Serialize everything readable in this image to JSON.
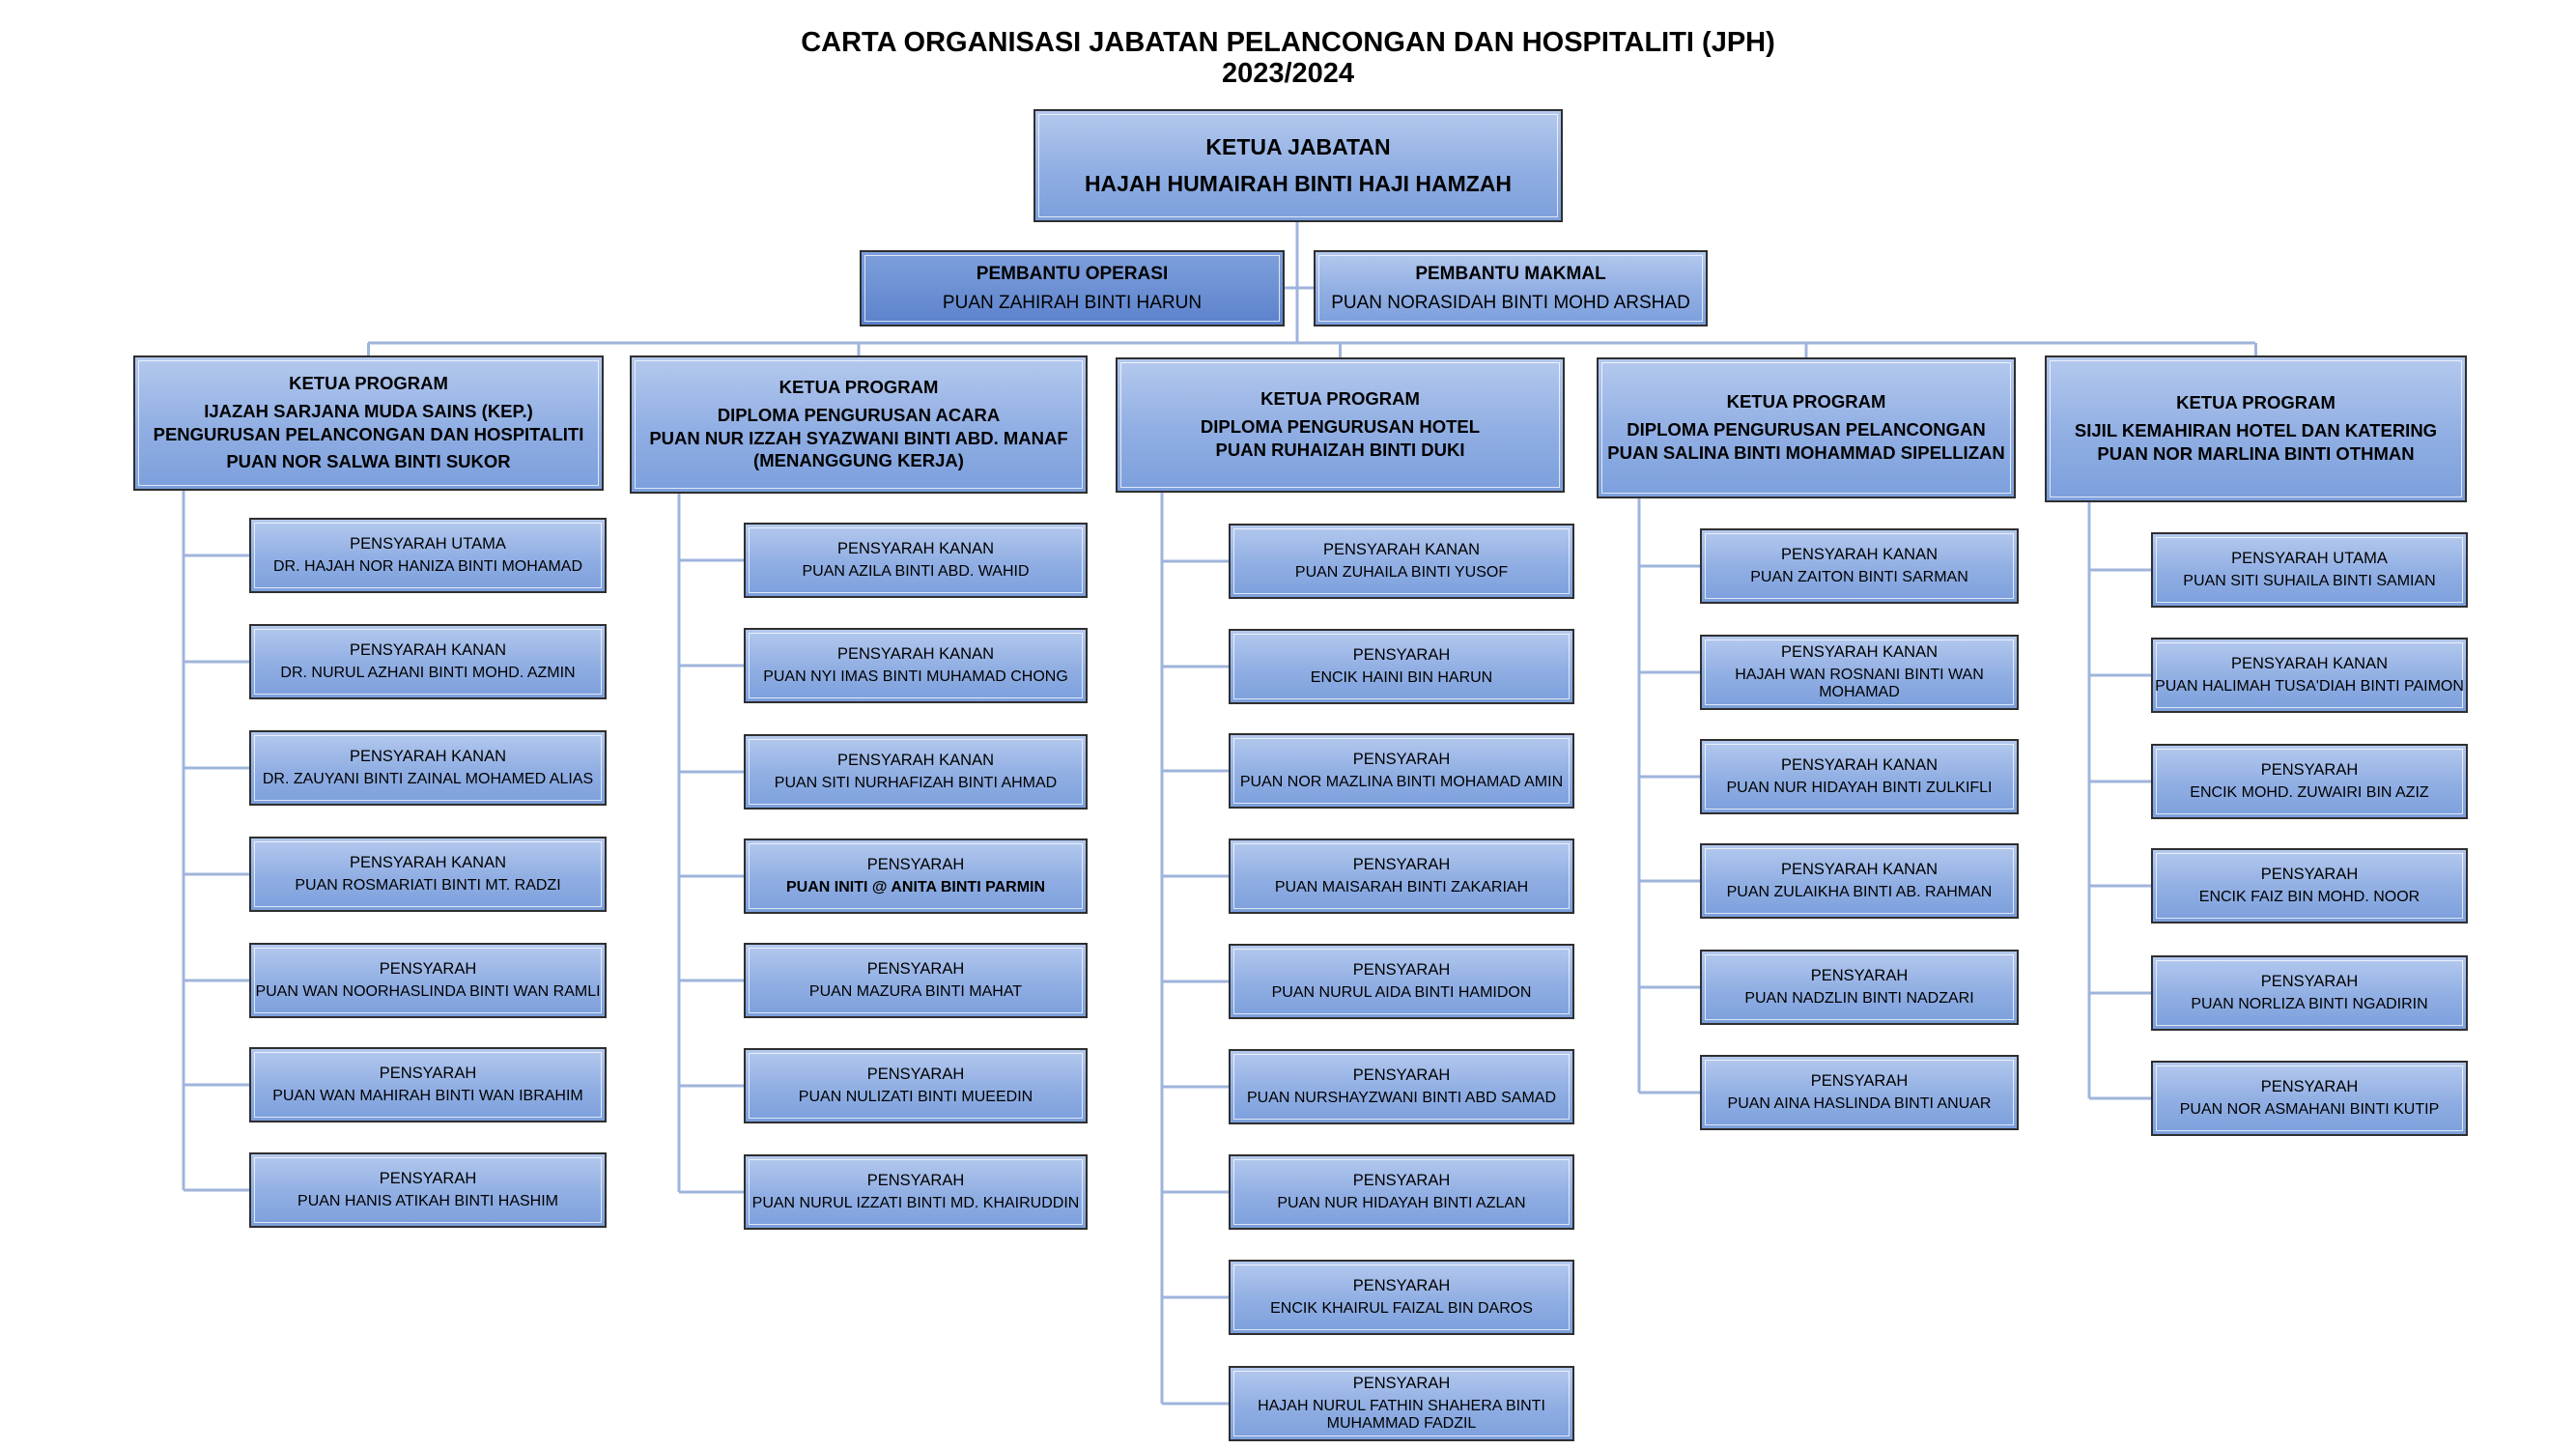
{
  "title": {
    "line1": "CARTA ORGANISASI JABATAN PELANCONGAN DAN HOSPITALITI (JPH)",
    "line2": "2023/2024"
  },
  "head": {
    "position": "KETUA JABATAN",
    "name": "HAJAH HUMAIRAH BINTI HAJI HAMZAH"
  },
  "assistants": [
    {
      "position": "PEMBANTU OPERASI",
      "name": "PUAN ZAHIRAH BINTI HARUN"
    },
    {
      "position": "PEMBANTU MAKMAL",
      "name": "PUAN NORASIDAH BINTI MOHD ARSHAD"
    }
  ],
  "programs": [
    {
      "lines": [
        "KETUA PROGRAM",
        "IJAZAH SARJANA MUDA SAINS (KEP.)",
        "PENGURUSAN PELANCONGAN DAN HOSPITALITI",
        "PUAN NOR SALWA BINTI SUKOR"
      ],
      "staff": [
        {
          "position": "PENSYARAH UTAMA",
          "name": "DR. HAJAH NOR HANIZA BINTI MOHAMAD"
        },
        {
          "position": "PENSYARAH KANAN",
          "name": "DR. NURUL AZHANI BINTI MOHD. AZMIN"
        },
        {
          "position": "PENSYARAH KANAN",
          "name": "DR. ZAUYANI BINTI ZAINAL MOHAMED ALIAS"
        },
        {
          "position": "PENSYARAH KANAN",
          "name": "PUAN ROSMARIATI BINTI MT. RADZI"
        },
        {
          "position": "PENSYARAH",
          "name": "PUAN WAN NOORHASLINDA BINTI WAN RAMLI"
        },
        {
          "position": "PENSYARAH",
          "name": "PUAN WAN MAHIRAH BINTI WAN IBRAHIM"
        },
        {
          "position": "PENSYARAH",
          "name": "PUAN HANIS ATIKAH BINTI HASHIM"
        }
      ]
    },
    {
      "lines": [
        "KETUA PROGRAM",
        "DIPLOMA PENGURUSAN ACARA",
        "PUAN  NUR IZZAH SYAZWANI BINTI ABD. MANAF",
        "(MENANGGUNG KERJA)"
      ],
      "staff": [
        {
          "position": "PENSYARAH KANAN",
          "name": "PUAN AZILA BINTI ABD. WAHID"
        },
        {
          "position": "PENSYARAH KANAN",
          "name": "PUAN NYI IMAS BINTI MUHAMAD CHONG"
        },
        {
          "position": "PENSYARAH KANAN",
          "name": "PUAN SITI NURHAFIZAH BINTI AHMAD"
        },
        {
          "position": "PENSYARAH",
          "name": "PUAN INITI @ ANITA BINTI PARMIN"
        },
        {
          "position": "PENSYARAH",
          "name": "PUAN MAZURA BINTI MAHAT"
        },
        {
          "position": "PENSYARAH",
          "name": "PUAN NULIZATI BINTI MUEEDIN"
        },
        {
          "position": "PENSYARAH",
          "name": "PUAN NURUL IZZATI BINTI MD. KHAIRUDDIN"
        }
      ]
    },
    {
      "lines": [
        "KETUA PROGRAM",
        "DIPLOMA PENGURUSAN HOTEL",
        "PUAN RUHAIZAH BINTI DUKI"
      ],
      "staff": [
        {
          "position": "PENSYARAH KANAN",
          "name": "PUAN ZUHAILA BINTI YUSOF"
        },
        {
          "position": "PENSYARAH",
          "name": "ENCIK HAINI BIN HARUN"
        },
        {
          "position": "PENSYARAH",
          "name": "PUAN NOR MAZLINA BINTI MOHAMAD AMIN"
        },
        {
          "position": "PENSYARAH",
          "name": "PUAN MAISARAH BINTI ZAKARIAH"
        },
        {
          "position": "PENSYARAH",
          "name": "PUAN NURUL AIDA BINTI HAMIDON"
        },
        {
          "position": "PENSYARAH",
          "name": "PUAN NURSHAYZWANI BINTI ABD SAMAD"
        },
        {
          "position": "PENSYARAH",
          "name": "PUAN NUR HIDAYAH BINTI AZLAN"
        },
        {
          "position": "PENSYARAH",
          "name": "ENCIK KHAIRUL FAIZAL BIN DAROS"
        },
        {
          "position": "PENSYARAH",
          "name": "HAJAH NURUL FATHIN SHAHERA BINTI MUHAMMAD FADZIL"
        }
      ]
    },
    {
      "lines": [
        "KETUA PROGRAM",
        "DIPLOMA PENGURUSAN PELANCONGAN",
        "PUAN SALINA BINTI MOHAMMAD SIPELLIZAN"
      ],
      "staff": [
        {
          "position": "PENSYARAH KANAN",
          "name": "PUAN ZAITON BINTI SARMAN"
        },
        {
          "position": "PENSYARAH KANAN",
          "name": "HAJAH WAN ROSNANI BINTI WAN MOHAMAD"
        },
        {
          "position": "PENSYARAH KANAN",
          "name": "PUAN NUR HIDAYAH BINTI ZULKIFLI"
        },
        {
          "position": "PENSYARAH KANAN",
          "name": "PUAN ZULAIKHA BINTI AB. RAHMAN"
        },
        {
          "position": "PENSYARAH",
          "name": "PUAN NADZLIN BINTI NADZARI"
        },
        {
          "position": "PENSYARAH",
          "name": "PUAN AINA HASLINDA BINTI ANUAR"
        }
      ]
    },
    {
      "lines": [
        "KETUA PROGRAM",
        "SIJIL KEMAHIRAN HOTEL DAN KATERING",
        "PUAN NOR MARLINA BINTI OTHMAN"
      ],
      "staff": [
        {
          "position": "PENSYARAH UTAMA",
          "name": "PUAN SITI SUHAILA BINTI SAMIAN"
        },
        {
          "position": "PENSYARAH KANAN",
          "name": "PUAN HALIMAH TUSA'DIAH BINTI PAIMON"
        },
        {
          "position": "PENSYARAH",
          "name": "ENCIK MOHD. ZUWAIRI BIN AZIZ"
        },
        {
          "position": "PENSYARAH",
          "name": "ENCIK FAIZ BIN MOHD. NOOR"
        },
        {
          "position": "PENSYARAH",
          "name": "PUAN NORLIZA BINTI NGADIRIN"
        },
        {
          "position": "PENSYARAH",
          "name": "PUAN NOR ASMAHANI BINTI KUTIP"
        }
      ]
    }
  ],
  "colors": {
    "box_fill": "#94b1e4",
    "box_dark": "#5f84cd",
    "connector": "#9fb4dc"
  }
}
